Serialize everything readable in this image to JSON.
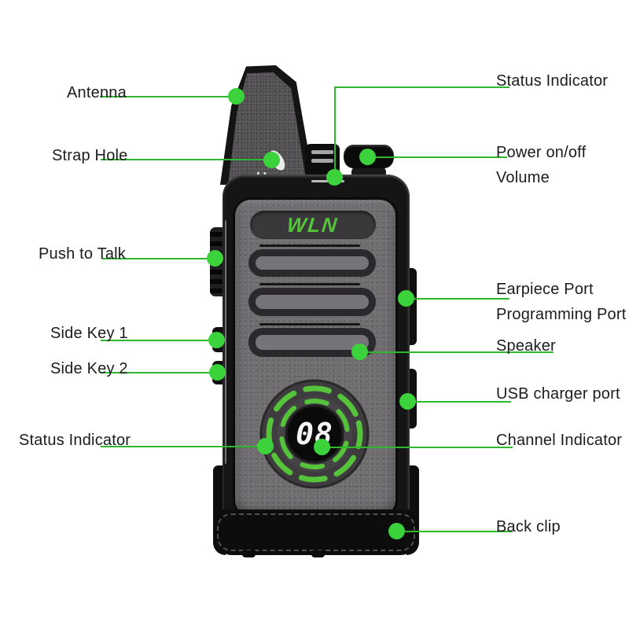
{
  "figure": "walkie-talkie parts diagram",
  "device": {
    "brand_logo": "WLN",
    "antenna_marking": "UHF",
    "channel_display": "08"
  },
  "colors": {
    "accent_green": "#3bd23b",
    "line_green": "#2eb82e",
    "device_green": "#55c43a",
    "label_text": "#1c1c1c"
  },
  "labels": {
    "antenna": "Antenna",
    "strap_hole": "Strap Hole",
    "push_to_talk": "Push to Talk",
    "side_key_1": "Side Key 1",
    "side_key_2": "Side Key 2",
    "status_indicator_left": "Status Indicator",
    "status_indicator_top": "Status Indicator",
    "power_line1": "Power on/off",
    "power_line2": "Volume",
    "earpiece_line1": "Earpiece Port",
    "earpiece_line2": "Programming Port",
    "speaker": "Speaker",
    "usb_charger_port": "USB charger port",
    "channel_indicator": "Channel Indicator",
    "back_clip": "Back clip"
  }
}
